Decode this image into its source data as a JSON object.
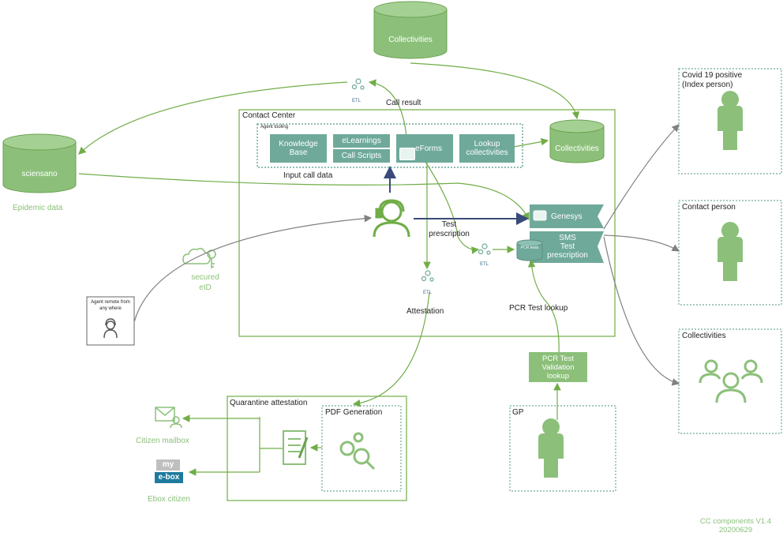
{
  "databases": {
    "top": "Collectivities",
    "sciensano": "sciensano",
    "cc": "Collectivities"
  },
  "labels": {
    "epidemic_data": "Epidemic data",
    "etl": "ETL",
    "call_result": "Call result",
    "input_call_data": "Input call data",
    "secured_line1": "secured",
    "secured_line2": "eID",
    "agent_remote": "Agent remote from any where",
    "test_prescription_line1": "Test",
    "test_prescription_line2": "prescription",
    "attestation": "Attestation",
    "pcr_lookup": "PCR Test lookup",
    "citizen_mailbox": "Citizen mailbox",
    "ebox_citizen": "Ebox citizen",
    "ebox_my": "my",
    "ebox_box": "e-box",
    "pcr_tests": "PCR tests"
  },
  "contact_center": {
    "title": "Contact Center",
    "agent_tooling": "Agent tooling",
    "knowledge_base_1": "Knowledge",
    "knowledge_base_2": "Base",
    "elearnings": "eLearnings",
    "call_scripts": "Call Scripts",
    "eforms": "eForms",
    "lookup_1": "Lookup",
    "lookup_2": "collectivities",
    "genesys": "Genesys",
    "sms_1": "SMS",
    "sms_2": "Test",
    "sms_3": "prescription"
  },
  "right": {
    "covid_1": "Covid 19 positive",
    "covid_2": "(Index person)",
    "contact": "Contact person",
    "collectivities": "Collectivities"
  },
  "quarantine": {
    "title": "Quarantine attestation",
    "pdf": "PDF Generation"
  },
  "gp": {
    "title": "GP",
    "validation_1": "PCR Test",
    "validation_2": "Validation",
    "validation_3": "lookup"
  },
  "footer": {
    "line1": "CC components V1.4",
    "line2": "20200629"
  },
  "colors": {
    "green": "#70ad47",
    "light_green": "#8cc07a",
    "teal": "#6fa99a",
    "navy": "#3a4a7a",
    "gray": "#808080"
  }
}
